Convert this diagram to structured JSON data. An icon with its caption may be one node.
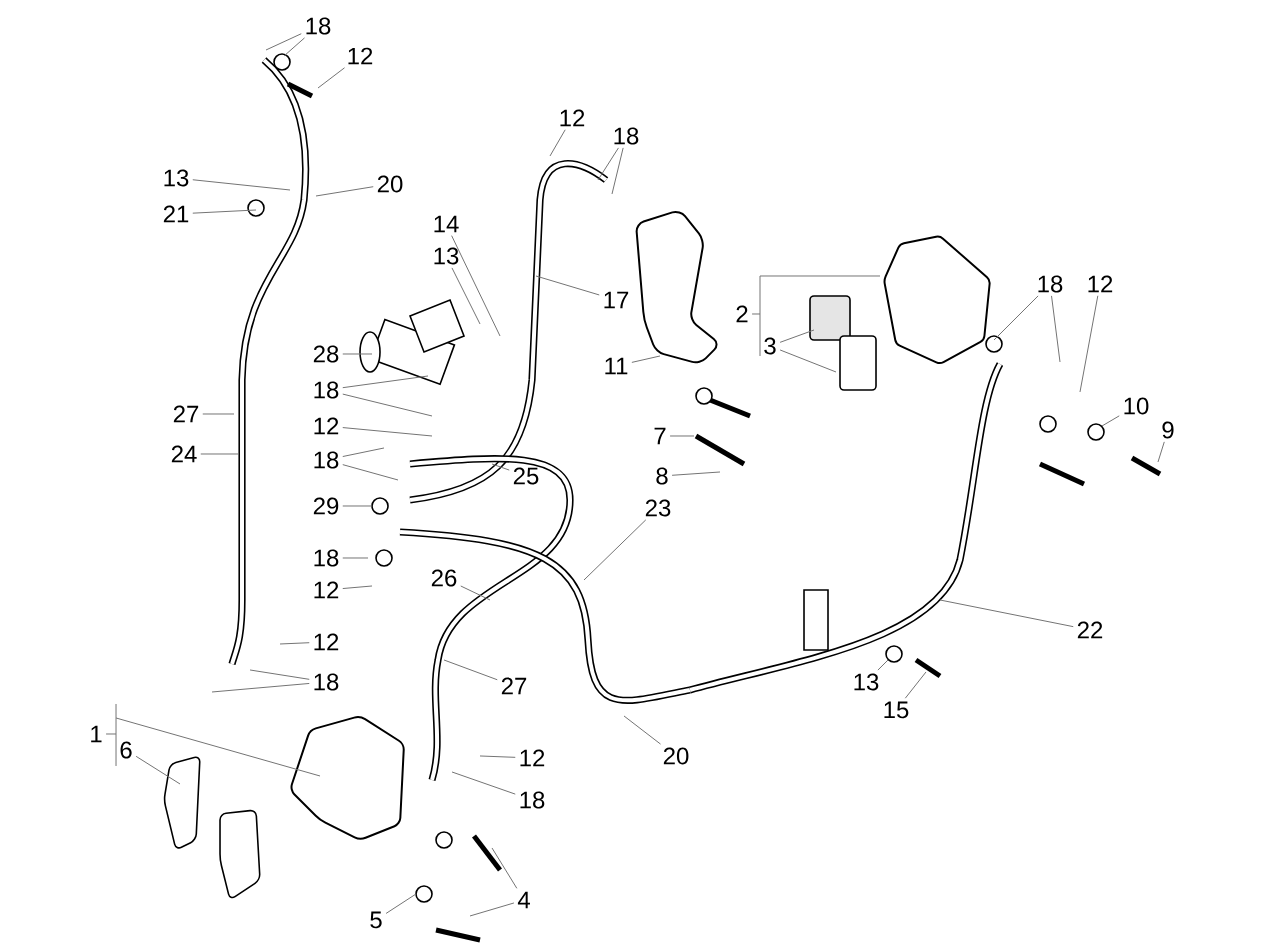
{
  "diagram": {
    "nodes": [
      {
        "text": [
          "18"
        ]
      },
      {
        "text": [
          "12"
        ]
      },
      {
        "text": [
          "13"
        ]
      },
      {
        "text": [
          "21"
        ]
      },
      {
        "text": [
          "20"
        ]
      },
      {
        "text": [
          "12"
        ]
      },
      {
        "text": [
          "18"
        ]
      },
      {
        "text": [
          "14"
        ]
      },
      {
        "text": [
          "13"
        ]
      },
      {
        "text": [
          "17"
        ]
      },
      {
        "text": [
          "11"
        ]
      },
      {
        "text": [
          "2"
        ]
      },
      {
        "text": [
          "3"
        ]
      },
      {
        "text": [
          "18"
        ]
      },
      {
        "text": [
          "12"
        ]
      },
      {
        "text": [
          "10"
        ]
      },
      {
        "text": [
          "9"
        ]
      },
      {
        "text": [
          "7"
        ]
      },
      {
        "text": [
          "8"
        ]
      },
      {
        "text": [
          "28"
        ]
      },
      {
        "text": [
          "18"
        ]
      },
      {
        "text": [
          "12"
        ]
      },
      {
        "text": [
          "18"
        ]
      },
      {
        "text": [
          "25"
        ]
      },
      {
        "text": [
          "27"
        ]
      },
      {
        "text": [
          "24"
        ]
      },
      {
        "text": [
          "23"
        ]
      },
      {
        "text": [
          "29"
        ]
      },
      {
        "text": [
          "18"
        ]
      },
      {
        "text": [
          "12"
        ]
      },
      {
        "text": [
          "26"
        ]
      },
      {
        "text": [
          "22"
        ]
      },
      {
        "text": [
          "12"
        ]
      },
      {
        "text": [
          "18"
        ]
      },
      {
        "text": [
          "13"
        ]
      },
      {
        "text": [
          "15"
        ]
      },
      {
        "text": [
          "27"
        ]
      },
      {
        "text": [
          "20"
        ]
      },
      {
        "text": [
          "1"
        ]
      },
      {
        "text": [
          "6"
        ]
      },
      {
        "text": [
          "12"
        ]
      },
      {
        "text": [
          "18"
        ]
      },
      {
        "text": [
          "4"
        ]
      },
      {
        "text": [
          "5"
        ]
      }
    ],
    "edges": [
      {
        "from": 0,
        "to": null,
        "arrow": "none"
      },
      {
        "from": 0,
        "to": null,
        "arrow": "none"
      },
      {
        "from": 1,
        "to": null,
        "arrow": "none"
      },
      {
        "from": 2,
        "to": null,
        "arrow": "none"
      },
      {
        "from": 3,
        "to": null,
        "arrow": "none"
      },
      {
        "from": 4,
        "to": null,
        "arrow": "none"
      },
      {
        "from": 5,
        "to": null,
        "arrow": "none"
      },
      {
        "from": 6,
        "to": null,
        "arrow": "none"
      },
      {
        "from": 6,
        "to": null,
        "arrow": "none"
      },
      {
        "from": 7,
        "to": null,
        "arrow": "none"
      },
      {
        "from": 8,
        "to": null,
        "arrow": "none"
      },
      {
        "from": 9,
        "to": null,
        "arrow": "none"
      },
      {
        "from": 10,
        "to": null,
        "arrow": "none"
      },
      {
        "from": 11,
        "to": null,
        "arrow": "none"
      },
      {
        "from": 12,
        "to": null,
        "arrow": "none"
      },
      {
        "from": 12,
        "to": null,
        "arrow": "none"
      },
      {
        "from": 13,
        "to": null,
        "arrow": "none"
      },
      {
        "from": 13,
        "to": null,
        "arrow": "none"
      },
      {
        "from": 14,
        "to": null,
        "arrow": "none"
      },
      {
        "from": 15,
        "to": null,
        "arrow": "none"
      },
      {
        "from": 16,
        "to": null,
        "arrow": "none"
      },
      {
        "from": 17,
        "to": null,
        "arrow": "none"
      },
      {
        "from": 18,
        "to": null,
        "arrow": "none"
      },
      {
        "from": 19,
        "to": null,
        "arrow": "none"
      },
      {
        "from": 20,
        "to": null,
        "arrow": "none"
      },
      {
        "from": 20,
        "to": null,
        "arrow": "none"
      },
      {
        "from": 21,
        "to": null,
        "arrow": "none"
      },
      {
        "from": 22,
        "to": null,
        "arrow": "none"
      },
      {
        "from": 22,
        "to": null,
        "arrow": "none"
      },
      {
        "from": 23,
        "to": null,
        "arrow": "none"
      },
      {
        "from": 24,
        "to": null,
        "arrow": "none"
      },
      {
        "from": 25,
        "to": null,
        "arrow": "none"
      },
      {
        "from": 26,
        "to": null,
        "arrow": "none"
      },
      {
        "from": 27,
        "to": null,
        "arrow": "none"
      },
      {
        "from": 28,
        "to": null,
        "arrow": "none"
      },
      {
        "from": 29,
        "to": null,
        "arrow": "none"
      },
      {
        "from": 30,
        "to": null,
        "arrow": "none"
      },
      {
        "from": 31,
        "to": null,
        "arrow": "none"
      },
      {
        "from": 32,
        "to": null,
        "arrow": "none"
      },
      {
        "from": 33,
        "to": null,
        "arrow": "none"
      },
      {
        "from": 33,
        "to": null,
        "arrow": "none"
      },
      {
        "from": 34,
        "to": null,
        "arrow": "none"
      },
      {
        "from": 35,
        "to": null,
        "arrow": "none"
      },
      {
        "from": 36,
        "to": null,
        "arrow": "none"
      },
      {
        "from": 37,
        "to": null,
        "arrow": "none"
      },
      {
        "from": 38,
        "to": null,
        "arrow": "none"
      },
      {
        "from": 39,
        "to": null,
        "arrow": "none"
      },
      {
        "from": 40,
        "to": null,
        "arrow": "none"
      },
      {
        "from": 41,
        "to": null,
        "arrow": "none"
      },
      {
        "from": 42,
        "to": null,
        "arrow": "none"
      },
      {
        "from": 42,
        "to": null,
        "arrow": "none"
      },
      {
        "from": 43,
        "to": null,
        "arrow": "none"
      }
    ]
  }
}
